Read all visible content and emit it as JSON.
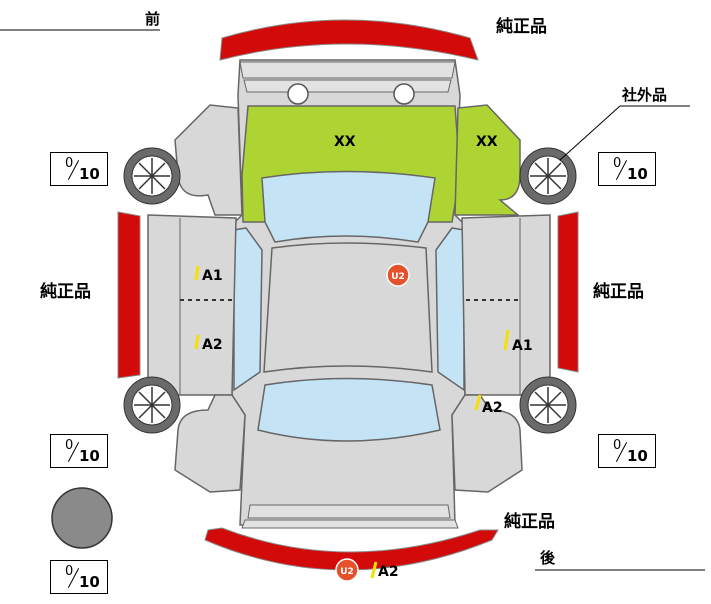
{
  "labels": {
    "front": "前",
    "rear": "後",
    "genuine": "純正品",
    "aftermarket": "社外品"
  },
  "marks": {
    "xx": "XX",
    "a1": "A1",
    "a2": "A2",
    "u2": "U2"
  },
  "scores": {
    "numerator": "0",
    "denominator": "10"
  },
  "colors": {
    "bumper_red": "#d20a0a",
    "green_panel": "#aed433",
    "body_gray": "#d8d8d8",
    "glass_blue": "#c4e4f6",
    "badge_orange": "#e5512b",
    "mark_yellow": "#f5e000",
    "circle_gray": "#8a8a8a"
  }
}
